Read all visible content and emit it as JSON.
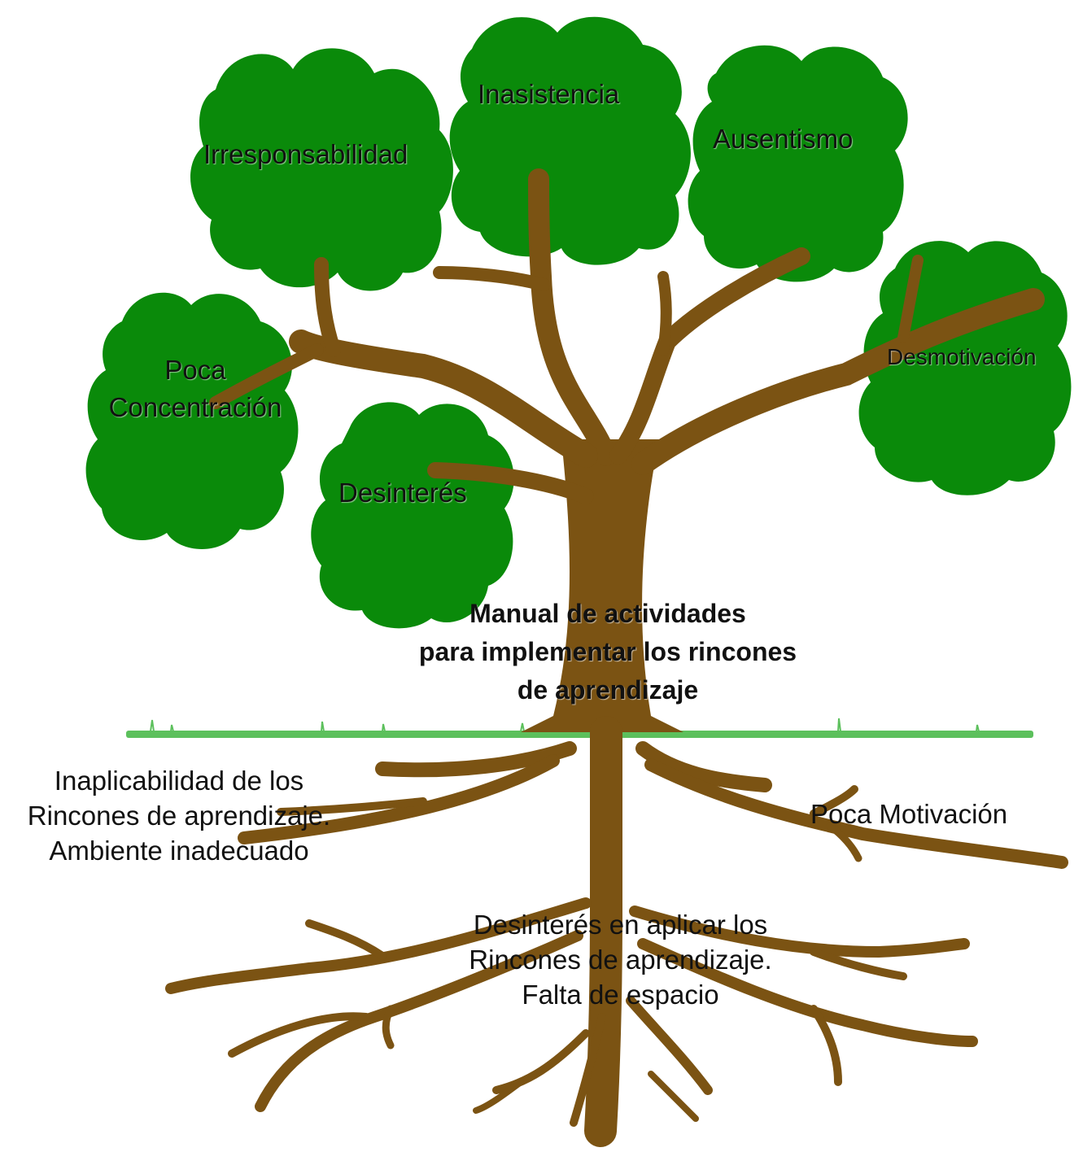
{
  "colors": {
    "foliage": "#0a8a0a",
    "trunk": "#7b5313",
    "ground": "#5cc05c",
    "text": "#111111"
  },
  "effects": {
    "irresponsabilidad": "Irresponsabilidad",
    "inasistencia": "Inasistencia",
    "ausentismo": "Ausentismo",
    "poca_concentracion": [
      "Poca",
      "Concentración"
    ],
    "desmotivacion": "Desmotivación",
    "desinteres": "Desinterés"
  },
  "problem": {
    "lines": [
      "Manual de actividades",
      "para implementar los rincones",
      "de aprendizaje"
    ]
  },
  "causes": {
    "left": [
      "Inaplicabilidad de los",
      "Rincones de aprendizaje.",
      "Ambiente inadecuado"
    ],
    "right": "Poca Motivación",
    "bottom": [
      "Desinterés en aplicar los",
      "Rincones de aprendizaje.",
      "Falta de espacio"
    ]
  }
}
